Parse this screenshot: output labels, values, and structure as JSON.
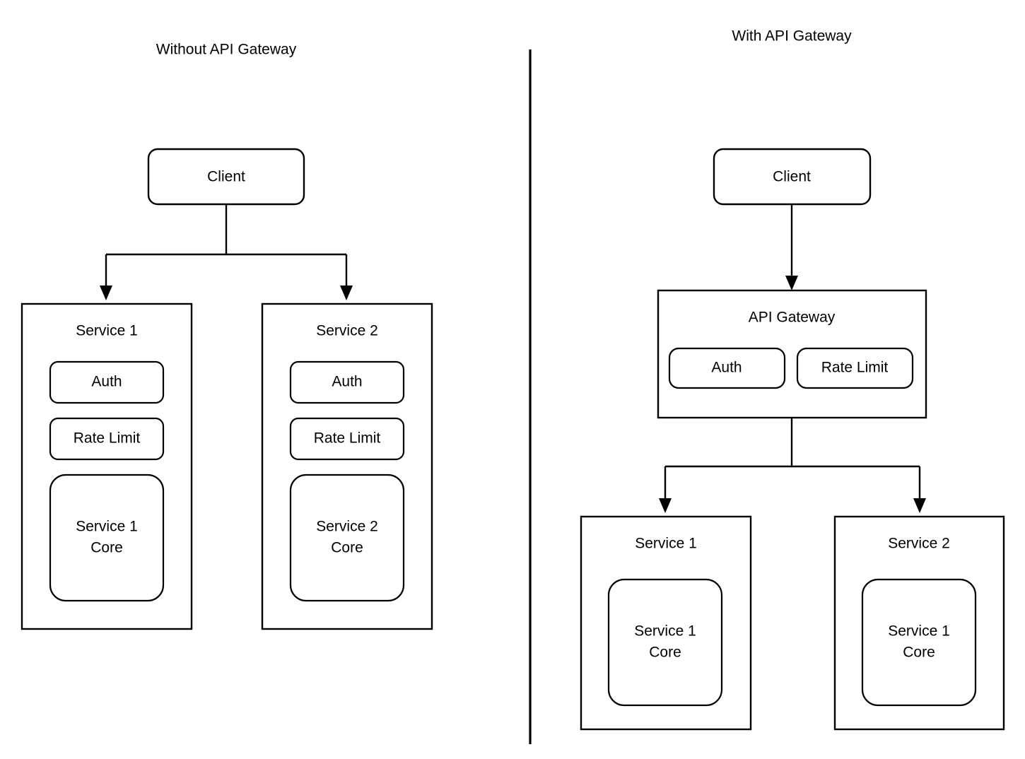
{
  "diagram": {
    "type": "flowchart",
    "background_color": "#ffffff",
    "line_color": "#000000",
    "panels": [
      {
        "id": "without-gateway",
        "title": "Without API Gateway",
        "client": {
          "label": "Client"
        },
        "services": [
          {
            "id": "service-1",
            "title": "Service 1",
            "components": [
              "Auth",
              "Rate Limit"
            ],
            "core": {
              "line1": "Service 1",
              "line2": "Core"
            }
          },
          {
            "id": "service-2",
            "title": "Service 2",
            "components": [
              "Auth",
              "Rate Limit"
            ],
            "core": {
              "line1": "Service 2",
              "line2": "Core"
            }
          }
        ]
      },
      {
        "id": "with-gateway",
        "title": "With API Gateway",
        "client": {
          "label": "Client"
        },
        "gateway": {
          "title": "API Gateway",
          "components": [
            "Auth",
            "Rate Limit"
          ]
        },
        "services": [
          {
            "id": "service-1",
            "title": "Service 1",
            "components": [],
            "core": {
              "line1": "Service 1",
              "line2": "Core"
            }
          },
          {
            "id": "service-2",
            "title": "Service 2",
            "components": [],
            "core": {
              "line1": "Service 1",
              "line2": "Core"
            }
          }
        ]
      }
    ],
    "labels": {
      "left_title": "Without API Gateway",
      "right_title": "With API Gateway",
      "auth": "Auth",
      "rate_limit": "Rate Limit",
      "client": "Client",
      "api_gateway": "API Gateway",
      "service_1": "Service 1",
      "service_2": "Service 2",
      "core": "Core",
      "service_1_core_line1": "Service 1",
      "service_1_core_line2": "Core",
      "service_2_core_line1": "Service 2",
      "service_2_core_line2": "Core"
    }
  }
}
